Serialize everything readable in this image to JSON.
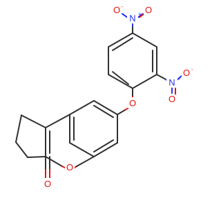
{
  "molecule": {
    "atoms": {
      "o_ether": "O",
      "o_ring": "O",
      "o_carbonyl": "O",
      "n_top": "N",
      "o_top_minus": "O",
      "o_top": "O",
      "n_right": "N",
      "o_right_minus": "O",
      "o_right": "O"
    },
    "charges": {
      "plus": "+",
      "minus": "-"
    }
  },
  "colors": {
    "bond": "#303030",
    "oxygen": "#e8100c",
    "nitrogen": "#2632f0"
  }
}
